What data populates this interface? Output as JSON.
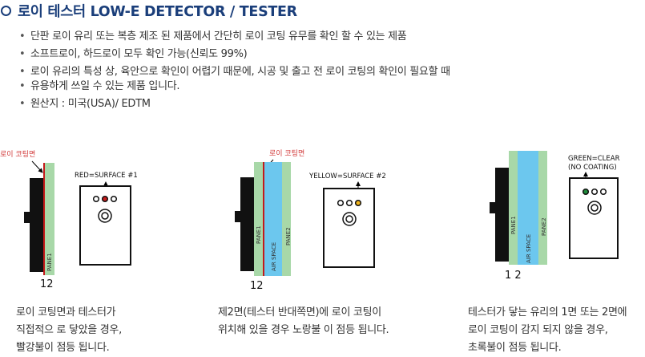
{
  "title": "로이 테스터 LOW-E DETECTOR / TESTER",
  "bullets": [
    "단판 로이 유리 또는 복층 제조 된 제품에서 간단히 로이 코팅 유무를 확인 할 수 있는 제품",
    "소프트로이, 하드로이 모두 확인 가능(신뢰도 99%)",
    "로이 유리의 특성 상, 육안으로 확인이 어렵기 때문에, 시공 및 출고 전 로이 코팅의 확인이 필요할 때",
    "유용하게 쓰일 수 있는 제품 입니다.",
    "원산지 : 미국(USA)/ EDTM"
  ],
  "colors": {
    "title": "#1a3e7a",
    "pane": "#a8d8a8",
    "air": "#6cc7ee",
    "coating": "#c41a1a",
    "red_led": "#c81e1e",
    "yellow_led": "#f2b51b",
    "green_led": "#1e8a3a"
  },
  "diagrams": [
    {
      "coating_label": "로이 코팅면",
      "surface_label": "RED=SURFACE #1",
      "pane1": "PANE1",
      "numbers": "12",
      "caption": [
        "로이 코팅면과 테스터가",
        "직접적으 로 닿았을 경우,",
        "빨강불이 점등 됩니다."
      ]
    },
    {
      "coating_label": "로이 코팅면",
      "surface_label": "YELLOW=SURFACE #2",
      "pane1": "PANE1",
      "air": "AIR SPACE",
      "pane2": "PANE2",
      "numbers": "12",
      "caption": [
        "제2면(테스터 반대쪽면)에 로이 코팅이",
        "위치해 있을 경우 노랑불 이 점등 됩니다."
      ]
    },
    {
      "surface_label_1": "GREEN=CLEAR",
      "surface_label_2": "(NO COATING)",
      "pane1": "PANE1",
      "air": "AIR SPACE",
      "pane2": "PANE2",
      "numbers": "1 2",
      "caption": [
        "테스터가 닿는 유리의 1면 또는 2면에",
        "로이 코팅이 감지 되지 않을 경우,",
        "초록불이 점등 됩니다."
      ]
    }
  ]
}
